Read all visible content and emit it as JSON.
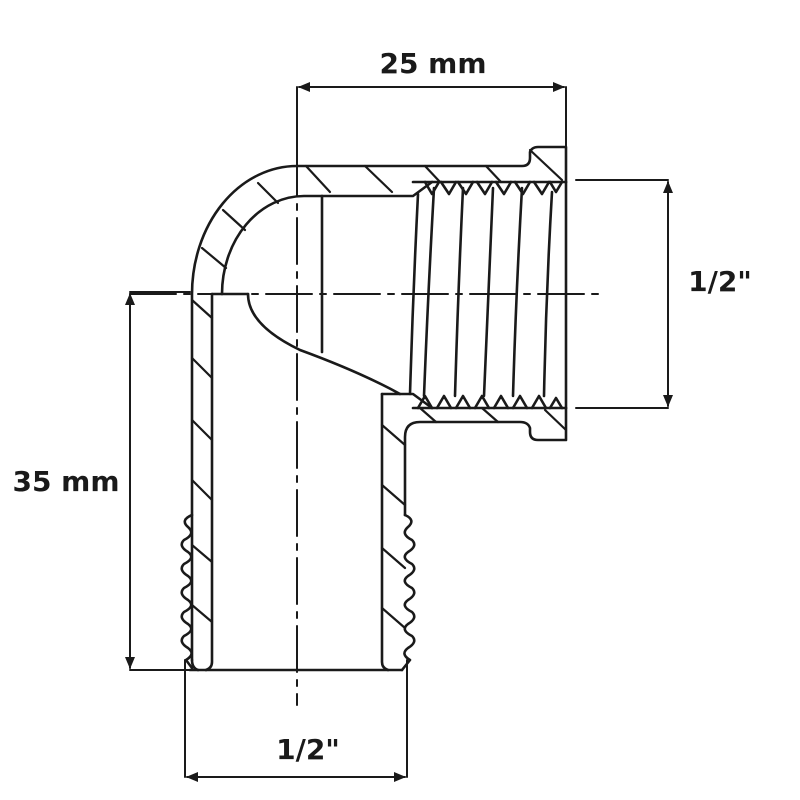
{
  "diagram": {
    "subject": "90° elbow fitting, female thread × male thread",
    "line_color": "#1a1a1a",
    "background": "#ffffff",
    "dimensions": {
      "top_length": {
        "label": "25 mm",
        "orientation": "horizontal"
      },
      "right_thread": {
        "label": "1/2\"",
        "orientation": "vertical"
      },
      "left_length": {
        "label": "35 mm",
        "orientation": "vertical"
      },
      "bottom_thread": {
        "label": "1/2\"",
        "orientation": "horizontal"
      }
    }
  }
}
